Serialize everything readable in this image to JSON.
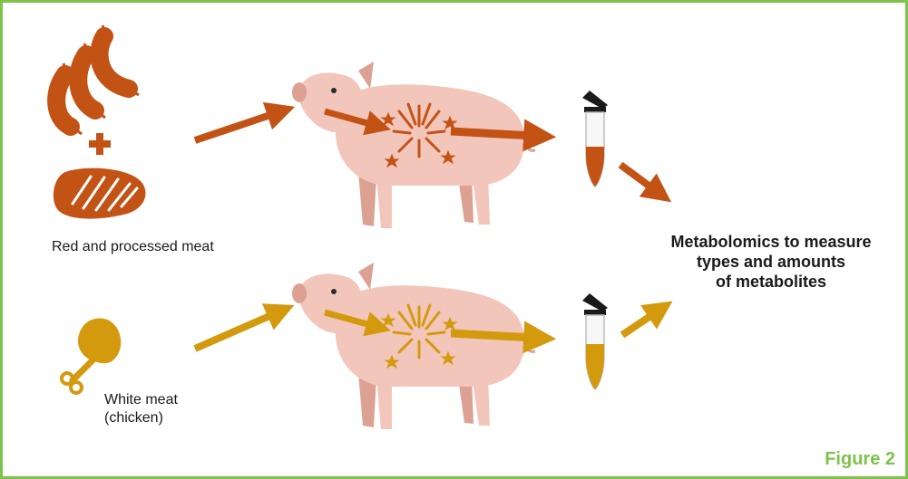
{
  "colors": {
    "red_meat": "#c35215",
    "white_meat": "#d39a0e",
    "pig_body": "#f2c6bb",
    "pig_shadow": "#dca192",
    "frame": "#7dc24b",
    "figure_label": "#7dc24b",
    "tube_cap": "#1a1a1a"
  },
  "icons": {
    "red_group": [
      "sausages-icon",
      "plus-icon",
      "steak-icon"
    ],
    "white_group": [
      "chicken-drumstick-icon"
    ],
    "process": [
      "pig-icon",
      "fireworks-icon",
      "sample-tube-icon",
      "arrow-icon"
    ]
  },
  "labels": {
    "red_meat": "Red and processed meat",
    "white_meat_line1": "White meat",
    "white_meat_line2": "(chicken)",
    "metabolomics_line1": "Metabolomics to measure",
    "metabolomics_line2": "types and amounts",
    "metabolomics_line3": "of metabolites"
  },
  "figure_label": "Figure 2"
}
